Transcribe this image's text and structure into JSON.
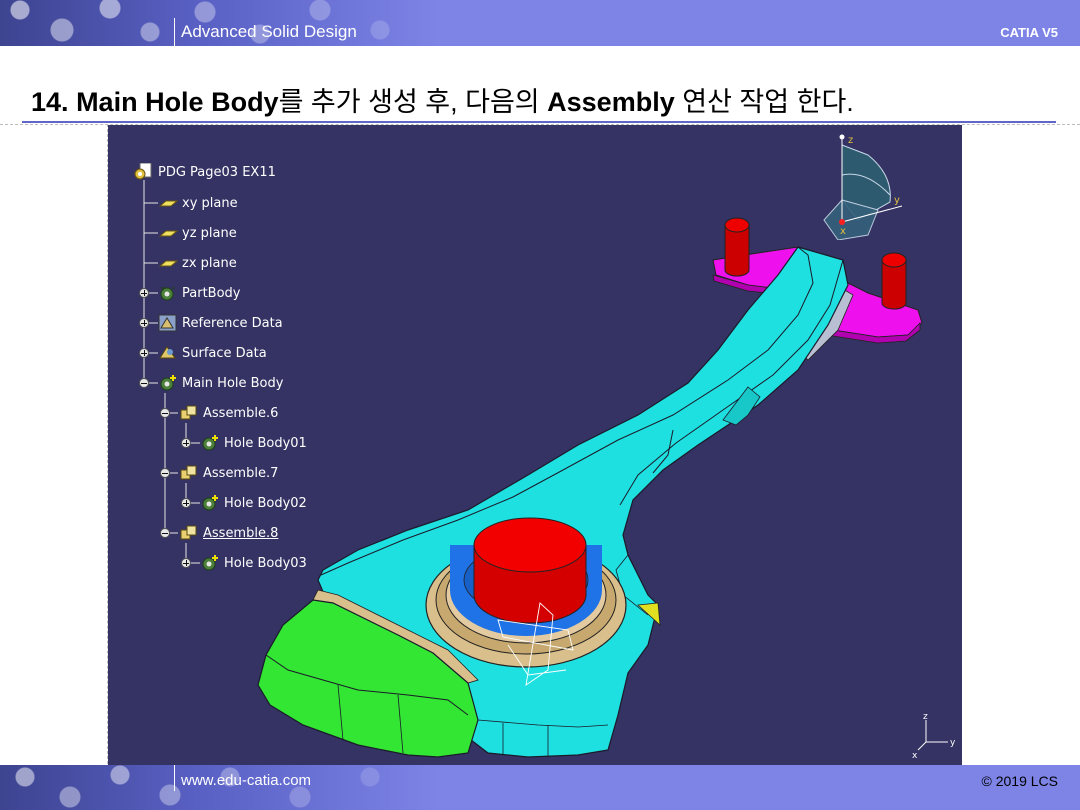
{
  "header": {
    "title": "Advanced Solid Design",
    "right": "CATIA V5"
  },
  "slide": {
    "title_number": "14.",
    "title_bold1": "Main Hole Body",
    "title_text1": "를 추가 생성 후, 다음의 ",
    "title_bold2": "Assembly",
    "title_text2": " 연산 작업 한다."
  },
  "tree": {
    "root": "PDG Page03 EX11",
    "nodes": [
      {
        "label": "xy plane",
        "icon": "plane-icon"
      },
      {
        "label": "yz plane",
        "icon": "plane-icon"
      },
      {
        "label": "zx plane",
        "icon": "plane-icon"
      },
      {
        "label": "PartBody",
        "icon": "body-gear-icon",
        "toggle": "plus"
      },
      {
        "label": "Reference Data",
        "icon": "geometrical-set-icon",
        "toggle": "plus"
      },
      {
        "label": "Surface Data",
        "icon": "geometrical-set-icon",
        "toggle": "plus"
      },
      {
        "label": "Main Hole Body",
        "icon": "body-gear-icon",
        "toggle": "minus"
      },
      {
        "label": "Assemble.6",
        "icon": "assemble-icon",
        "toggle": "minus"
      },
      {
        "label": "Hole Body01",
        "icon": "body-gear-icon",
        "toggle": "plus"
      },
      {
        "label": "Assemble.7",
        "icon": "assemble-icon",
        "toggle": "minus"
      },
      {
        "label": "Hole Body02",
        "icon": "body-gear-icon",
        "toggle": "plus"
      },
      {
        "label": "Assemble.8",
        "icon": "assemble-icon",
        "toggle": "minus",
        "selected": true
      },
      {
        "label": "Hole Body03",
        "icon": "body-gear-icon",
        "toggle": "plus"
      }
    ]
  },
  "compass": {
    "x": "x",
    "y": "y",
    "z": "z"
  },
  "mini_axis": {
    "x": "x",
    "y": "y",
    "z": "z"
  },
  "colors": {
    "viewport_bg": "#343363",
    "part_cyan": "#1fe0e0",
    "boss_red": "#e60000",
    "flange_magenta": "#ee11ee",
    "pad_green": "#33e633",
    "ring_blue": "#1f73e6",
    "ring_tan": "#d9bf8c"
  },
  "footer": {
    "url": "www.edu-catia.com",
    "copyright": "© 2019 LCS"
  }
}
